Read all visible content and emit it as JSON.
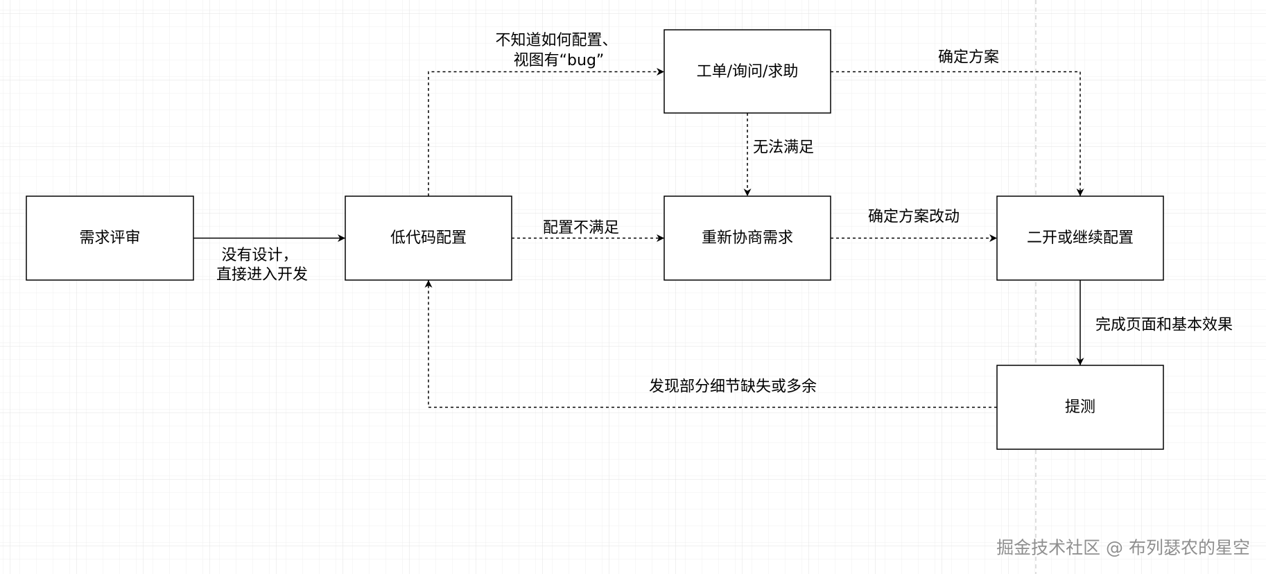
{
  "nodes": {
    "review": "需求评审",
    "lowcode": "低代码配置",
    "ticket": "工单/询问/求助",
    "renegotiate": "重新协商需求",
    "custom_dev": "二开或继续配置",
    "test": "提测"
  },
  "edges": {
    "no_design": [
      "没有设计，",
      "直接进入开发"
    ],
    "config_unsatisfied": "配置不满足",
    "confirm_change": "确定方案改动",
    "unknown_config": [
      "不知道如何配置、",
      "视图有“bug”"
    ],
    "confirm_plan": "确定方案",
    "cannot_satisfy": "无法满足",
    "complete_page": "完成页面和基本效果",
    "missing_details": "发现部分细节缺失或多余"
  },
  "watermark": "掘金技术社区 @ 布列瑟农的星空",
  "colors": {
    "stroke": "#000000",
    "node_fill": "#ffffff",
    "grid_minor": "#efefef",
    "grid_major": "#e2e2e2",
    "watermark": "#8f8f8f"
  }
}
